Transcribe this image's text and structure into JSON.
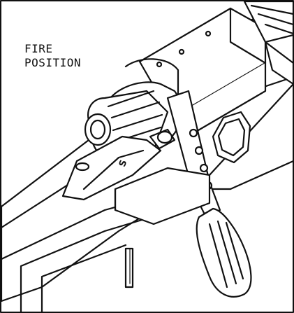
{
  "caption": {
    "line1": "FIRE",
    "line2": "POSITION"
  },
  "safety_mark": "S",
  "colors": {
    "ink": "#111111",
    "paper": "#ffffff"
  }
}
